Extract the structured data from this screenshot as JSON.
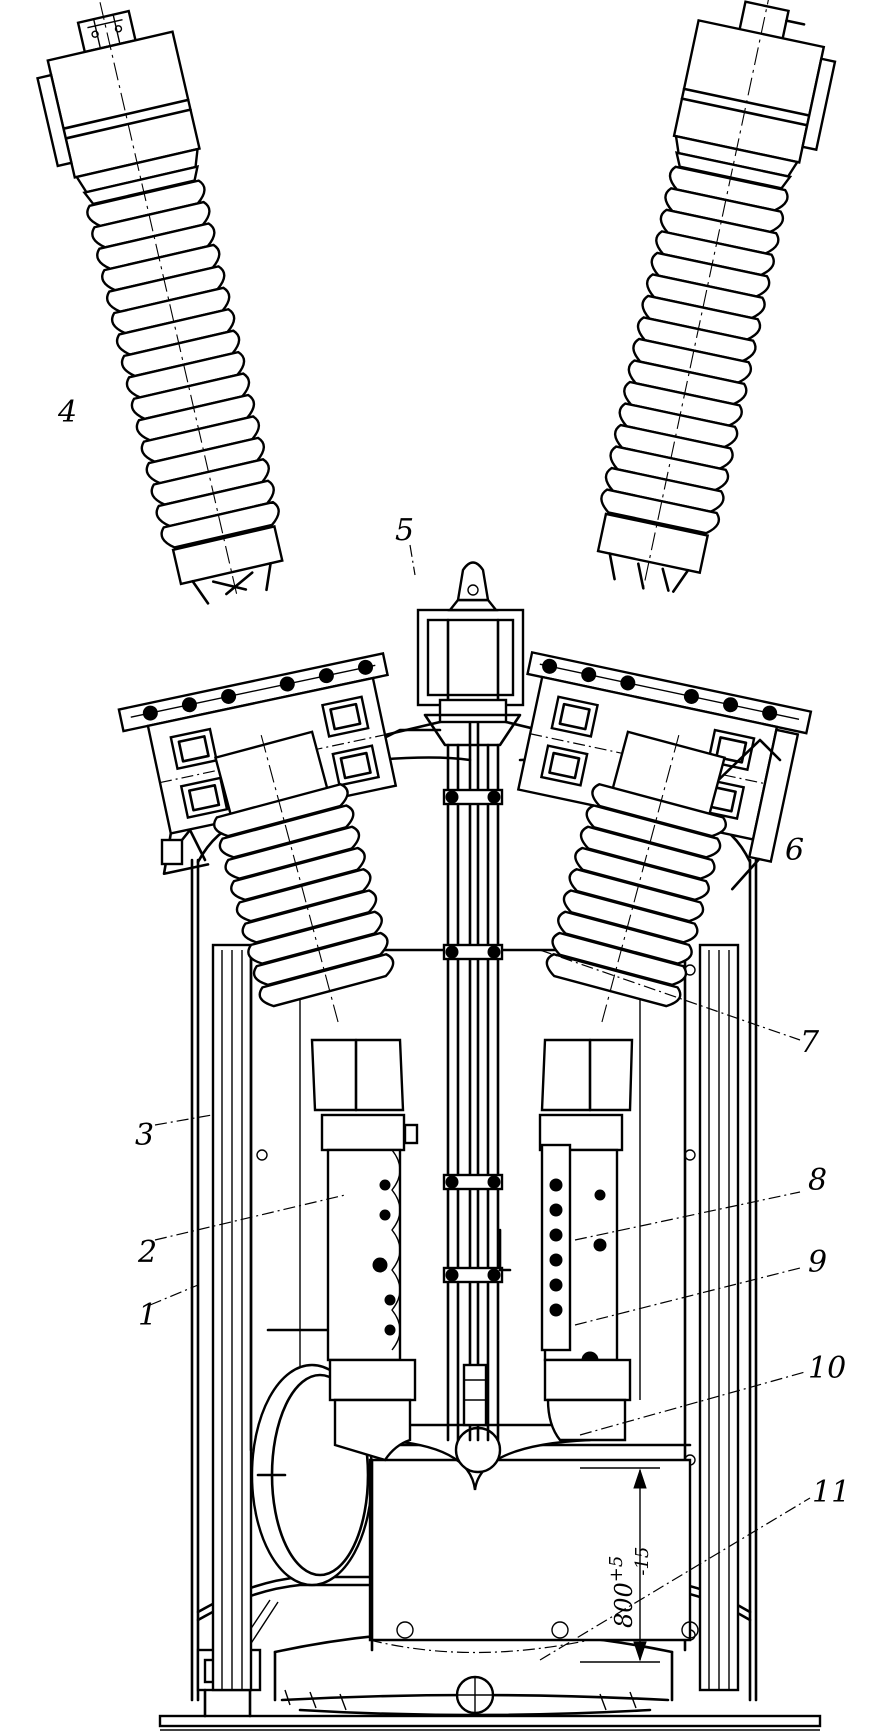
{
  "labels": [
    {
      "id": "l1",
      "text": "1"
    },
    {
      "id": "l2",
      "text": "2"
    },
    {
      "id": "l3",
      "text": "3"
    },
    {
      "id": "l4",
      "text": "4"
    },
    {
      "id": "l5",
      "text": "5"
    },
    {
      "id": "l6",
      "text": "6"
    },
    {
      "id": "l7",
      "text": "7"
    },
    {
      "id": "l8",
      "text": "8"
    },
    {
      "id": "l9",
      "text": "9"
    },
    {
      "id": "l10",
      "text": "10"
    },
    {
      "id": "l11",
      "text": "11"
    }
  ],
  "dimension": {
    "base": "800",
    "upper": "+5",
    "lower": "-15"
  }
}
